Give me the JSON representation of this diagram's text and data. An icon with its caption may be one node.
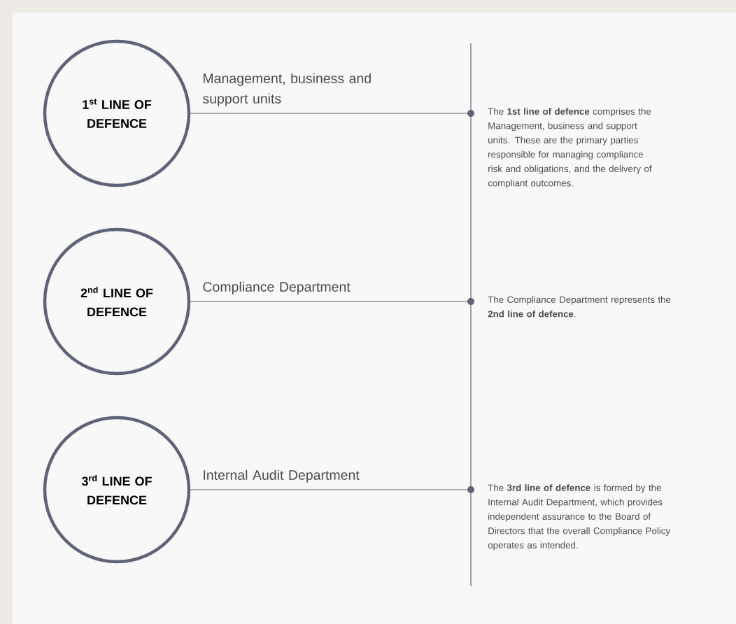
{
  "diagram": {
    "nodes": [
      {
        "text": [
          "1$^{st}$ LINE OF DEFENCE"
        ]
      },
      {
        "text": [],
        "shape": "circle",
        "beside": [
          "The **1st line of defence** comprises the Management, business and support units. These are the primary parties responsible for managing compliance risk and obligations, and the delivery of compliant outcomes."
        ]
      },
      {
        "text": [
          "2$^{nd}$ LINE OF DEFENCE"
        ]
      },
      {
        "text": [],
        "shape": "circle",
        "beside": [
          "The Compliance Department represents the **2nd line of defence**."
        ]
      },
      {
        "text": [
          "3$^{rd}$ LINE OF DEFENCE"
        ]
      },
      {
        "text": [],
        "shape": "circle",
        "beside": [
          "The **3rd line of defence** is formed by the Internal Audit Department, which provides independent assurance to the Board of Directors that the overall Compliance Policy operates as intended."
        ]
      }
    ],
    "edges": [
      {
        "from": 0,
        "to": 1,
        "arrow": "none",
        "label": "Management, business and support units"
      },
      {
        "from": 2,
        "to": 3,
        "arrow": "none",
        "label": "Compliance Department"
      },
      {
        "from": 4,
        "to": 5,
        "arrow": "none",
        "label": "Internal Audit Department"
      }
    ]
  }
}
